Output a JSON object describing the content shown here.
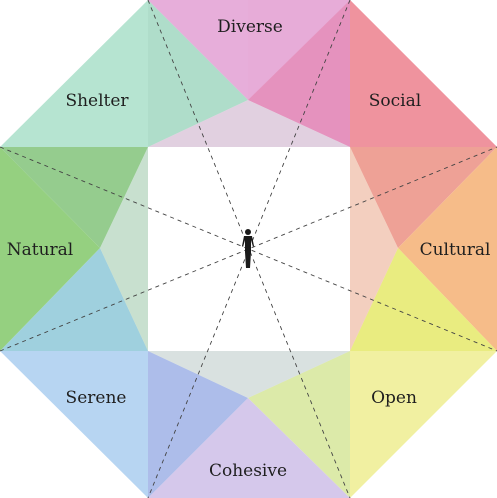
{
  "diagram": {
    "labels": {
      "diverse": "Diverse",
      "social": "Social",
      "cultural": "Cultural",
      "open": "Open",
      "cohesive": "Cohesive",
      "serene": "Serene",
      "natural": "Natural",
      "shelter": "Shelter"
    },
    "colors": {
      "diverse": "#d77fc3",
      "social": "#ee6f82",
      "cultural": "#f2a152",
      "open": "#e7e94e",
      "cohesive": "#b59ad6",
      "serene": "#7ab1e6",
      "natural": "#66b457",
      "shelter": "#80cfb0"
    },
    "center_icon": "human-figure-icon"
  }
}
